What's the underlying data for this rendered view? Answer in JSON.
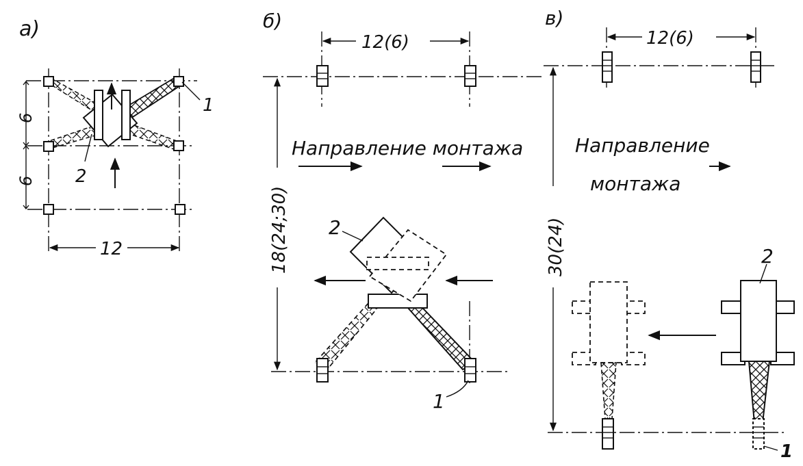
{
  "panels": {
    "a": {
      "label": "а)",
      "dim_span": "12",
      "dim_step_1": "6",
      "dim_step_2": "6",
      "callout_1": "1",
      "callout_2": "2"
    },
    "b": {
      "label": "б)",
      "dim_span": "12(6)",
      "dim_length": "18(24;30)",
      "direction_text": "Направление монтажа",
      "callout_1": "1",
      "callout_2": "2"
    },
    "c": {
      "label": "в)",
      "dim_span": "12(6)",
      "dim_length": "30(24)",
      "direction_line1": "Направление",
      "direction_line2": "монтажа",
      "callout_1": "1",
      "callout_2": "2"
    }
  },
  "colors": {
    "ink": "#111111",
    "paper": "#ffffff"
  }
}
